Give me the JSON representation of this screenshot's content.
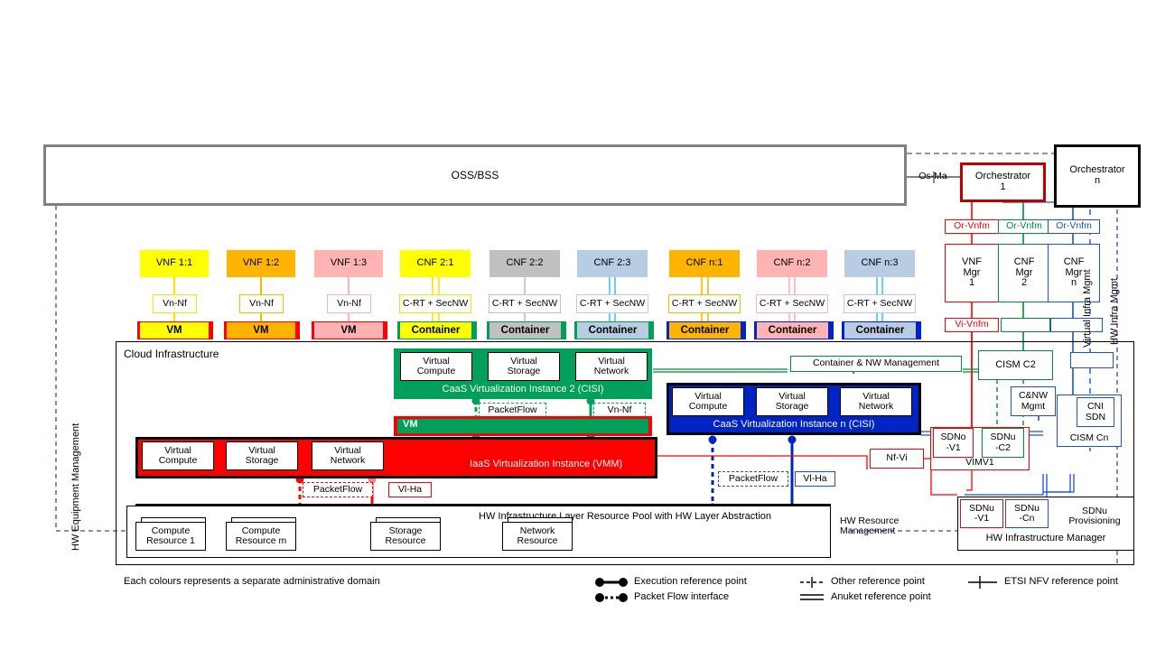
{
  "diagram": {
    "title": "OSS/BSS",
    "footer_note": "Each colours represents a separate administrative domain"
  },
  "oss": {
    "label": "OSS/BSS"
  },
  "orchestrators": [
    {
      "label_line1": "Orchestrator",
      "label_line2": "1",
      "color": "#c00000"
    },
    {
      "label_line1": "Orchestrator",
      "label_line2": "n",
      "color": "#000000"
    }
  ],
  "reference_points": {
    "os_ma": "Os-Ma",
    "or_vnfm": "Or-Vnfm",
    "vi_vnfm": "Vi-Vnfm",
    "nf_vi": "Nf-Vi",
    "vn_nf": "Vn-Nf",
    "vi_ha": "Vl-Ha",
    "packet_flow": "PacketFlow",
    "c_rt_secnw": "C-RT + SecNW"
  },
  "managers": [
    {
      "l1": "VNF",
      "l2": "Mgr",
      "l3": "1",
      "color": "#ff0000"
    },
    {
      "l1": "CNF",
      "l2": "Mgr",
      "l3": "2",
      "color": "#008c3a"
    },
    {
      "l1": "CNF",
      "l2": "Mgr",
      "l3": "n",
      "color": "#1a4fd6"
    }
  ],
  "vertical_labels": {
    "hw_equipment_management": "HW Equipment Management",
    "virtual_infra_mgmt": "Virtual Infra Mgmt",
    "hw_infra_mgmt": "HW Infra Mgmt"
  },
  "vnfs": [
    {
      "label": "VNF 1:1",
      "color": "#ffff00"
    },
    {
      "label": "VNF 1:2",
      "color": "#ffb400"
    },
    {
      "label": "VNF 1:3",
      "color": "#ffb3b3"
    }
  ],
  "cnfs": [
    {
      "label": "CNF 2:1",
      "color": "#ffff00",
      "group": "green"
    },
    {
      "label": "CNF 2:2",
      "color": "#c0c0c0",
      "group": "green"
    },
    {
      "label": "CNF 2:3",
      "color": "#b8cce4",
      "group": "green"
    },
    {
      "label": "CNF n:1",
      "color": "#ffb400",
      "group": "blue"
    },
    {
      "label": "CNF n:2",
      "color": "#ffb3b3",
      "group": "blue"
    },
    {
      "label": "CNF n:3",
      "color": "#b8cce4",
      "group": "blue"
    }
  ],
  "vm_label": "VM",
  "container_label": "Container",
  "cloud_infrastructure": {
    "label": "Cloud Infrastructure"
  },
  "virt_resources": {
    "compute": {
      "l1": "Virtual",
      "l2": "Compute"
    },
    "storage": {
      "l1": "Virtual",
      "l2": "Storage"
    },
    "network": {
      "l1": "Virtual",
      "l2": "Network"
    }
  },
  "instances": {
    "caas2": {
      "label": "CaaS Virtualization Instance 2 (CISI)",
      "color": "#00a05a"
    },
    "caasn": {
      "label": "CaaS Virtualization Instance n (CISI)",
      "color": "#0023c4"
    },
    "iaas": {
      "label": "IaaS Virtualization Instance (VMM)",
      "color": "#ff0000"
    }
  },
  "hw_pool": {
    "label": "HW Infrastructure Layer Resource Pool with HW Layer Abstraction",
    "resources": [
      {
        "l1": "Compute",
        "l2": "Resource 1"
      },
      {
        "l1": "Compute",
        "l2": "Resource m"
      },
      {
        "l1": "Storage",
        "l2": "Resource"
      },
      {
        "l1": "Network",
        "l2": "Resource"
      }
    ]
  },
  "management": {
    "container_nw_management": "Container & NW Management",
    "cism_c2": "CISM C2",
    "cism_cn": "CISM Cn",
    "cni_sdn": {
      "l1": "CNI",
      "l2": "SDN"
    },
    "cnw_mgmt": {
      "l1": "C&NW",
      "l2": "Mgmt"
    },
    "vim_v1": "VIMV1",
    "sdno_v1": {
      "l1": "SDNo",
      "l2": "-V1"
    },
    "sdnu_c2": {
      "l1": "SDNu",
      "l2": "-C2"
    },
    "hw_resource_management": {
      "l1": "HW Resource",
      "l2": "Management"
    },
    "hw_infra_manager": "HW Infrastructure Manager",
    "sdnu_v1": {
      "l1": "SDNu",
      "l2": "-V1"
    },
    "sdnu_cn": {
      "l1": "SDNu",
      "l2": "-Cn"
    },
    "sdnu_prov": {
      "l1": "SDNu",
      "l2": "Provisioning"
    }
  },
  "legend": [
    {
      "key": "execution",
      "label": "Execution reference point",
      "style": "ball-solid-ball"
    },
    {
      "key": "packetflow",
      "label": "Packet Flow interface",
      "style": "ball-dotted-ball"
    },
    {
      "key": "other",
      "label": "Other reference point",
      "style": "dashed-tick"
    },
    {
      "key": "anuket",
      "label": "Anuket  reference point",
      "style": "double-line"
    },
    {
      "key": "etsi",
      "label": "ETSI NFV reference point",
      "style": "line-tick"
    }
  ]
}
